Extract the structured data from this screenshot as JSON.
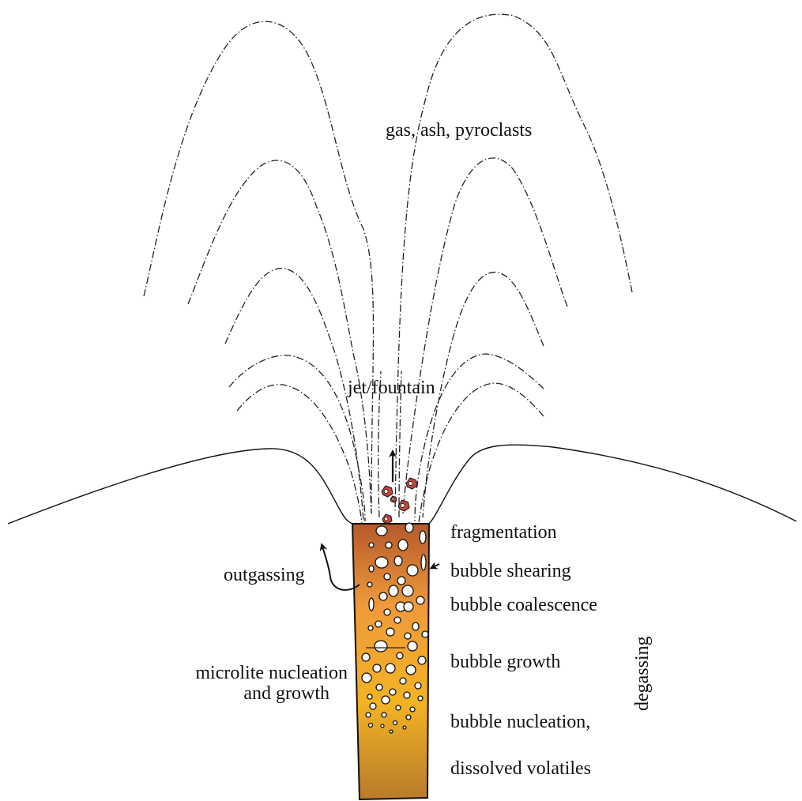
{
  "labels": {
    "plume": "gas, ash, pyroclasts",
    "jet": "jet/fountain",
    "outgassing": "outgassing",
    "microlite_line1": "microlite nucleation",
    "microlite_line2": "and growth",
    "fragmentation": "fragmentation",
    "shearing": "bubble shearing",
    "coalescence": "bubble coalescence",
    "growth": "bubble growth",
    "nucleation": "bubble nucleation,",
    "volatiles": "dissolved volatiles",
    "degassing": "degassing"
  },
  "colors": {
    "conduit_top": "#b5592c",
    "conduit_mid": "#ef9a3a",
    "conduit_low": "#f3b324",
    "conduit_bottom": "#b77b2a",
    "pyroclast": "#c04a3a"
  }
}
